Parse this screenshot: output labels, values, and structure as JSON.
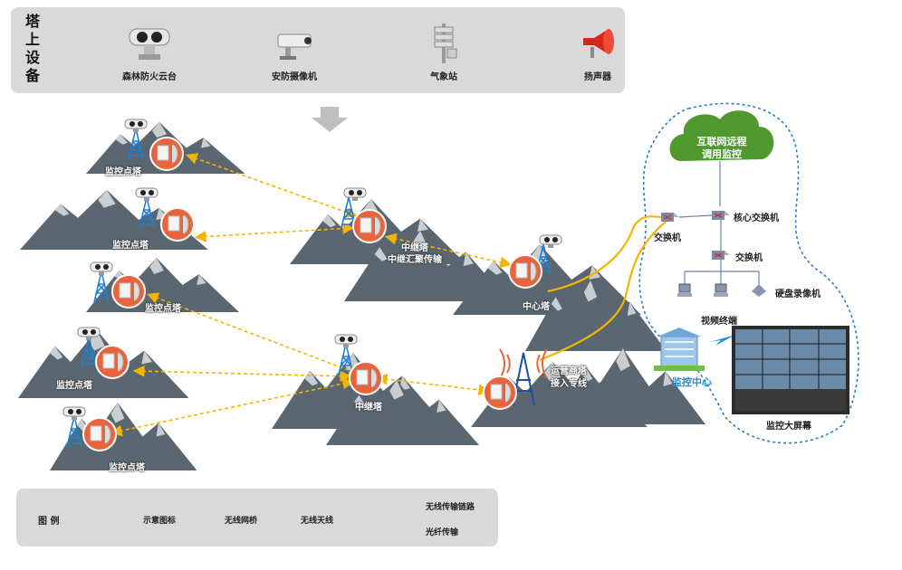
{
  "top_panel": {
    "title": "塔上设备",
    "devices": [
      {
        "label": "森林防火云台",
        "icon": "ptz-camera-icon"
      },
      {
        "label": "安防摄像机",
        "icon": "security-camera-icon"
      },
      {
        "label": "气象站",
        "icon": "weather-station-icon"
      },
      {
        "label": "扬声器",
        "icon": "speaker-icon"
      }
    ]
  },
  "nodes": {
    "monitor_point_1": "监控点塔",
    "monitor_point_2": "监控点塔",
    "monitor_point_3": "监控点塔",
    "monitor_point_4": "监控点塔",
    "monitor_point_5": "监控点塔",
    "relay_aggregate": "中继塔\n中继汇聚传输",
    "relay_aggregate_line1": "中继塔",
    "relay_aggregate_line2": "中继汇聚传输",
    "relay": "中继塔",
    "center_tower": "中心塔",
    "carrier_tower_line1": "运营商塔",
    "carrier_tower_line2": "接入专线"
  },
  "network": {
    "cloud_line1": "互联网远程",
    "cloud_line2": "调用监控",
    "core_switch": "核心交换机",
    "switch_left": "交换机",
    "switch": "交换机",
    "nvr": "硬盘录像机",
    "video_terminal": "视频终端",
    "monitor_center": "监控中心",
    "big_screen": "监控大屏幕"
  },
  "legend": {
    "title": "图  例",
    "items": [
      {
        "label": "示意图标"
      },
      {
        "label": "无线网桥"
      },
      {
        "label": "无线天线"
      }
    ],
    "wireless_link": "无线传输链路",
    "fiber": "光纤传输"
  },
  "colors": {
    "mountain": "#5b6770",
    "node_circle": "#e8643c",
    "wireless_link": "#f5b400",
    "fiber": "#f5b400",
    "tower": "#1e7fd0",
    "boundary": "#1e7fd0",
    "cloud": "#4f9a2f"
  }
}
